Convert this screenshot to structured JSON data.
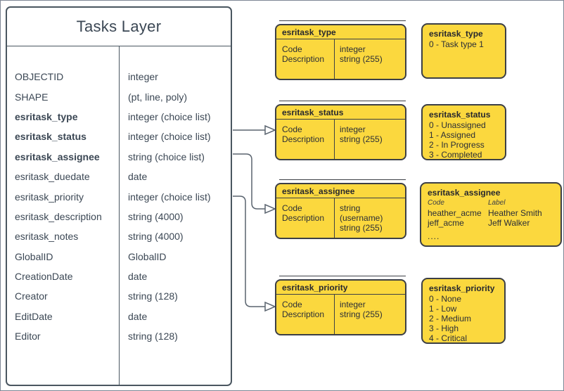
{
  "tasks_layer": {
    "title": "Tasks Layer",
    "fields": [
      {
        "name": "OBJECTID",
        "type": "integer"
      },
      {
        "name": "SHAPE",
        "type": "(pt, line, poly)"
      },
      {
        "name": "esritask_type",
        "type": "integer (choice list)"
      },
      {
        "name": "esritask_status",
        "type": "integer (choice list)"
      },
      {
        "name": "esritask_assignee",
        "type": "string (choice list)"
      },
      {
        "name": "esritask_duedate",
        "type": "date"
      },
      {
        "name": "esritask_priority",
        "type": "integer (choice list)"
      },
      {
        "name": "esritask_description",
        "type": "string (4000)"
      },
      {
        "name": "esritask_notes",
        "type": "string (4000)"
      },
      {
        "name": "GlobalID",
        "type": "GlobalID"
      },
      {
        "name": "CreationDate",
        "type": "date"
      },
      {
        "name": "Creator",
        "type": "string (128)"
      },
      {
        "name": "EditDate",
        "type": "date"
      },
      {
        "name": "Editor",
        "type": "string (128)"
      }
    ]
  },
  "field_tables": [
    {
      "title": "esritask_type",
      "left": [
        "Code",
        "Description"
      ],
      "right": [
        "integer",
        "string (255)"
      ]
    },
    {
      "title": "esritask_status",
      "left": [
        "Code",
        "Description"
      ],
      "right": [
        "integer",
        "string (255)"
      ]
    },
    {
      "title": "esritask_assignee",
      "left": [
        "Code",
        "Description"
      ],
      "right": [
        "string (username)",
        "string (255)"
      ]
    },
    {
      "title": "esritask_priority",
      "left": [
        "Code",
        "Description"
      ],
      "right": [
        "integer",
        "string (255)"
      ]
    }
  ],
  "domain_lists": [
    {
      "title": "esritask_type",
      "values": [
        "0 - Task type 1"
      ]
    },
    {
      "title": "esritask_status",
      "values": [
        "0 - Unassigned",
        "1 - Assigned",
        "2 - In Progress",
        "3 - Completed"
      ]
    },
    {
      "title": "esritask_assignee",
      "columns": [
        "Code",
        "Label"
      ],
      "rows": [
        [
          "heather_acme",
          "Heather Smith"
        ],
        [
          "jeff_acme",
          "Jeff Walker"
        ]
      ],
      "more": "...."
    },
    {
      "title": "esritask_priority",
      "values": [
        "0 - None",
        "1 - Low",
        "2 - Medium",
        "3 - High",
        "4 - Critical"
      ]
    }
  ],
  "colors": {
    "shape_fill_yellow": "#fbd83e",
    "shape_stroke": "#3c3f45",
    "table_stroke": "#4a5660",
    "text": "#3b4754",
    "connector": "#5a646f"
  }
}
